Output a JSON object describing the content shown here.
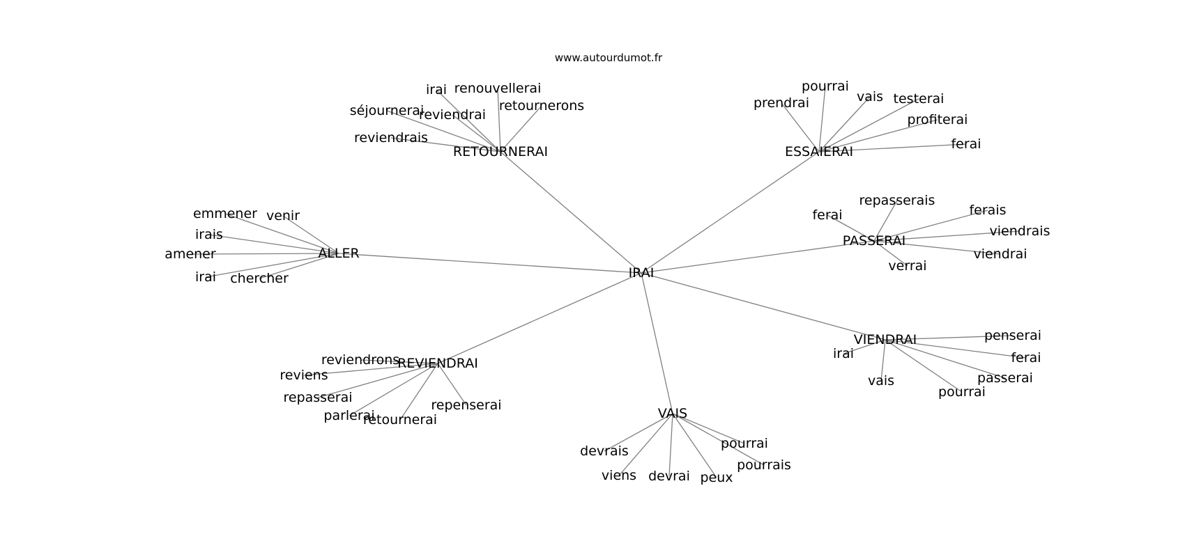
{
  "header": {
    "site": "www.autourdumot.fr"
  },
  "graph": {
    "center": "IRAI",
    "groups": [
      {
        "hub": "RETOURNERAI",
        "leaves": [
          "irai",
          "renouvellerai",
          "séjournerai",
          "reviendrai",
          "retournerons",
          "reviendrais"
        ]
      },
      {
        "hub": "ESSAIERAI",
        "leaves": [
          "pourrai",
          "prendrai",
          "vais",
          "testerai",
          "profiterai",
          "ferai"
        ]
      },
      {
        "hub": "ALLER",
        "leaves": [
          "emmener",
          "venir",
          "irais",
          "amener",
          "irai",
          "chercher"
        ]
      },
      {
        "hub": "PASSERAI",
        "leaves": [
          "repasserais",
          "ferai",
          "ferais",
          "viendrais",
          "viendrai",
          "verrai"
        ]
      },
      {
        "hub": "VIENDRAI",
        "leaves": [
          "penserai",
          "irai",
          "ferai",
          "passerai",
          "vais",
          "pourrai"
        ]
      },
      {
        "hub": "REVIENDRAI",
        "leaves": [
          "reviendrons",
          "reviens",
          "repasserai",
          "parlerai",
          "retournerai",
          "repenserai"
        ]
      },
      {
        "hub": "VAIS",
        "leaves": [
          "pourrai",
          "devrais",
          "pourrais",
          "viens",
          "devrai",
          "peux"
        ]
      }
    ]
  },
  "colors": {
    "edge": "#808080",
    "text": "#000000",
    "background": "#ffffff"
  }
}
